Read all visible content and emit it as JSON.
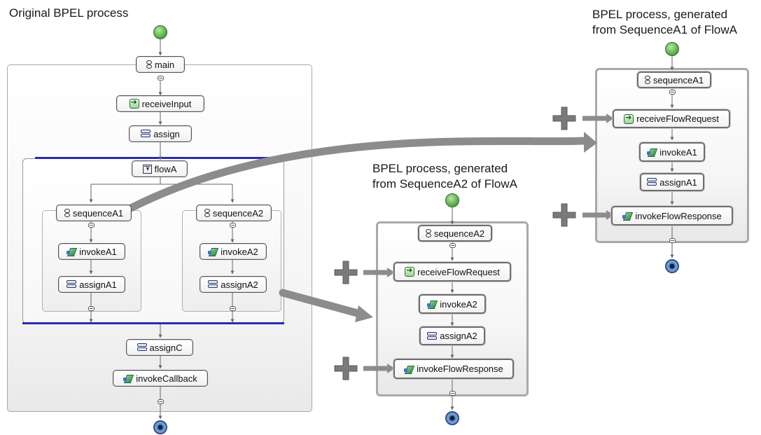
{
  "titles": {
    "original": "Original BPEL process",
    "gen_a1_line1": "BPEL process, generated",
    "gen_a1_line2": "from SequenceA1 of FlowA",
    "gen_a2_line1": "BPEL process, generated",
    "gen_a2_line2": "from SequenceA2 of FlowA"
  },
  "original": {
    "main": "main",
    "receive_input": "receiveInput",
    "assign": "assign",
    "flow": "flowA",
    "sequence_a1": "sequenceA1",
    "invoke_a1": "invokeA1",
    "assign_a1": "assignA1",
    "sequence_a2": "sequenceA2",
    "invoke_a2": "invokeA2",
    "assign_a2": "assignA2",
    "assign_c": "assignC",
    "invoke_callback": "invokeCallback"
  },
  "generated_a1": {
    "sequence": "sequenceA1",
    "receive": "receiveFlowRequest",
    "invoke": "invokeA1",
    "assign": "assignA1",
    "respond": "invokeFlowResponse"
  },
  "generated_a2": {
    "sequence": "sequenceA2",
    "receive": "receiveFlowRequest",
    "invoke": "invokeA2",
    "assign": "assignA2",
    "respond": "invokeFlowResponse"
  },
  "icons": {
    "sequence": "sequence-icon",
    "assign": "assign-icon",
    "receive": "receive-icon",
    "invoke": "invoke-icon",
    "flow": "flow-icon",
    "start": "start-event-icon",
    "end": "end-event-icon",
    "plus": "plus-icon",
    "mapping_arrow": "mapping-arrow-icon"
  },
  "colors": {
    "connector": "#666666",
    "flow_bar": "#2b2bb0",
    "big_arrow": "#8c8c8c",
    "plus": "#7a7a7a",
    "start_green": "#5cae4a",
    "end_blue": "#2b4f8a"
  }
}
